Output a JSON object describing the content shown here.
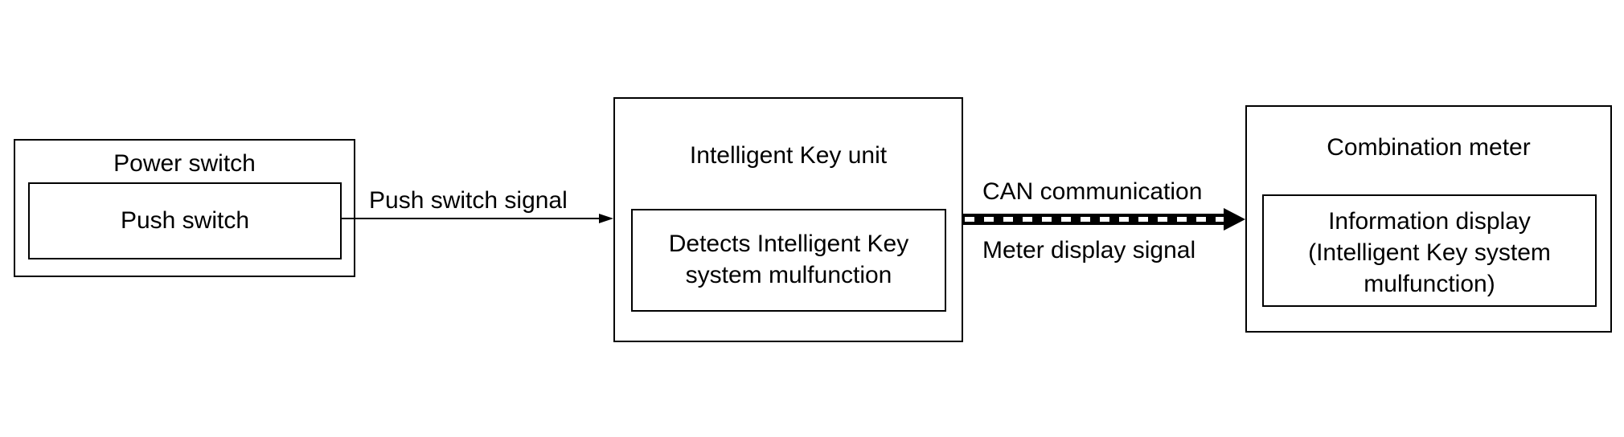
{
  "power_switch": {
    "title": "Power switch",
    "inner": "Push switch"
  },
  "intelligent_key_unit": {
    "title": "Intelligent Key unit",
    "inner_line1": "Detects Intelligent Key",
    "inner_line2": "system mulfunction"
  },
  "combination_meter": {
    "title": "Combination meter",
    "inner_line1": "Information display",
    "inner_line2": "(Intelligent Key system",
    "inner_line3": "mulfunction)"
  },
  "signals": {
    "push_switch_signal": "Push switch signal",
    "can_communication": "CAN communication",
    "meter_display_signal": "Meter display signal"
  }
}
